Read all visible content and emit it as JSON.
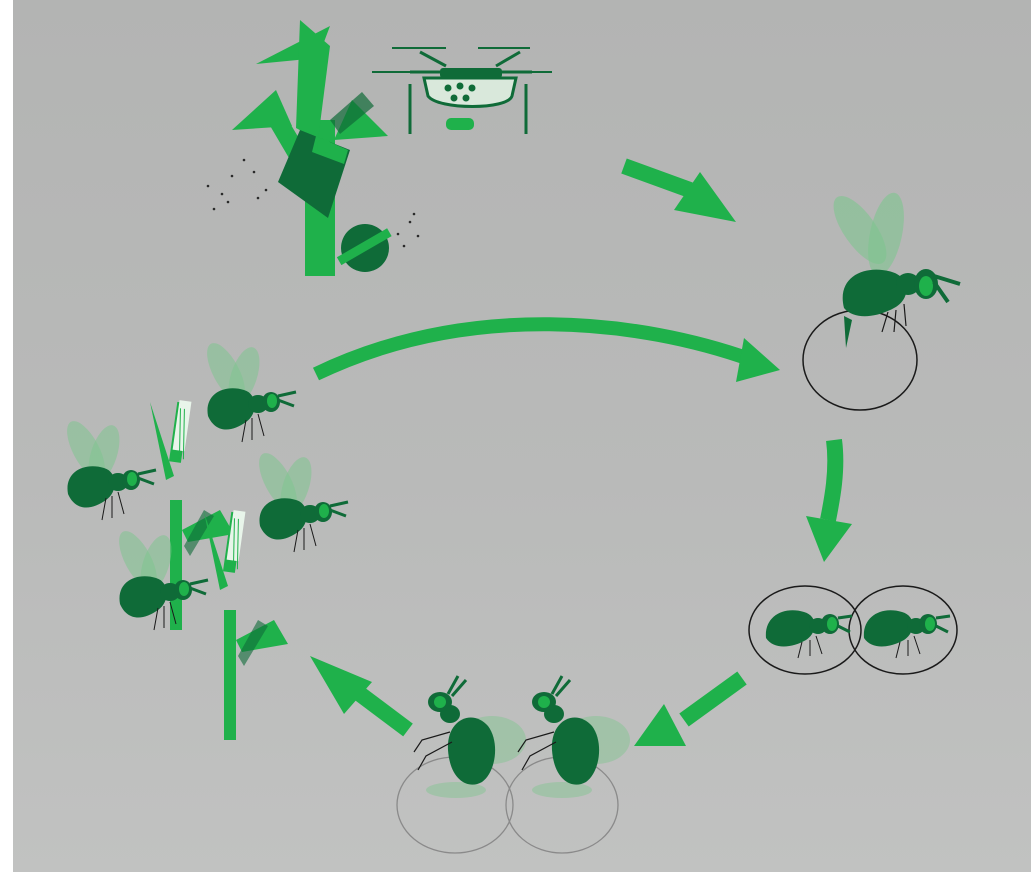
{
  "diagram": {
    "kind": "biological-control-life-cycle",
    "palette": {
      "background": "#b7b8b7",
      "bright_green": "#1fb14b",
      "dark_green": "#0f6b38",
      "mid_green": "#23a04a",
      "wing_green": "#7fc58f",
      "outline": "#1a1a1a"
    },
    "stages": [
      {
        "id": "release",
        "icons": [
          "corn-plant-icon",
          "drone-icon",
          "egg-capsule-icon"
        ]
      },
      {
        "id": "parasitize",
        "icons": [
          "wasp-icon",
          "host-egg-icon"
        ]
      },
      {
        "id": "develop",
        "icons": [
          "larva-in-egg-icon",
          "larva-in-egg-icon"
        ]
      },
      {
        "id": "emerge",
        "icons": [
          "emerging-wasp-icon",
          "emerging-wasp-icon"
        ]
      },
      {
        "id": "disperse",
        "icons": [
          "wasp-icon",
          "corn-plant-icon"
        ]
      }
    ],
    "arrows": 5
  }
}
